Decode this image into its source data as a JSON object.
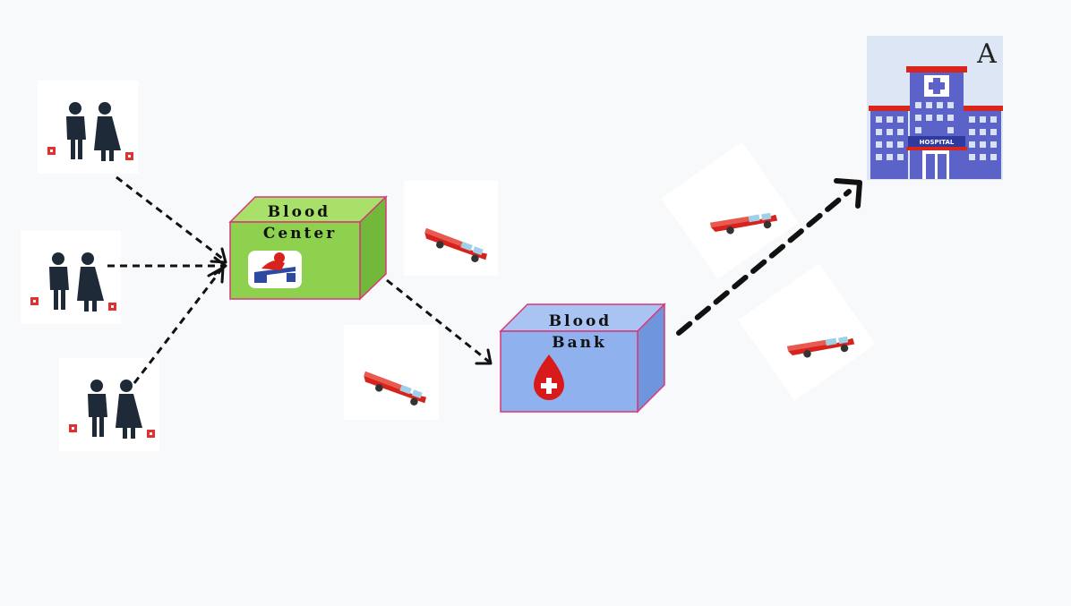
{
  "blood_center": {
    "line1": "Blood",
    "line2": "Center"
  },
  "blood_bank": {
    "line1": "Blood",
    "line2": "Bank"
  },
  "hospital": {
    "sign": "HOSPITAL",
    "corner_letter": "A"
  },
  "colors": {
    "center_front": "#8ed14f",
    "center_top": "#a8e06a",
    "center_side": "#72b83a",
    "bank_front": "#8fb2ee",
    "bank_top": "#a9c4f2",
    "bank_side": "#6f96dd",
    "box_outline": "#d6387a",
    "hospital_red": "#d9261c",
    "hospital_blue": "#5b63c9",
    "ambulance_red": "#d8231c",
    "blood_red": "#d81a1a",
    "arrow": "#111111",
    "person": "#1e2a38"
  }
}
